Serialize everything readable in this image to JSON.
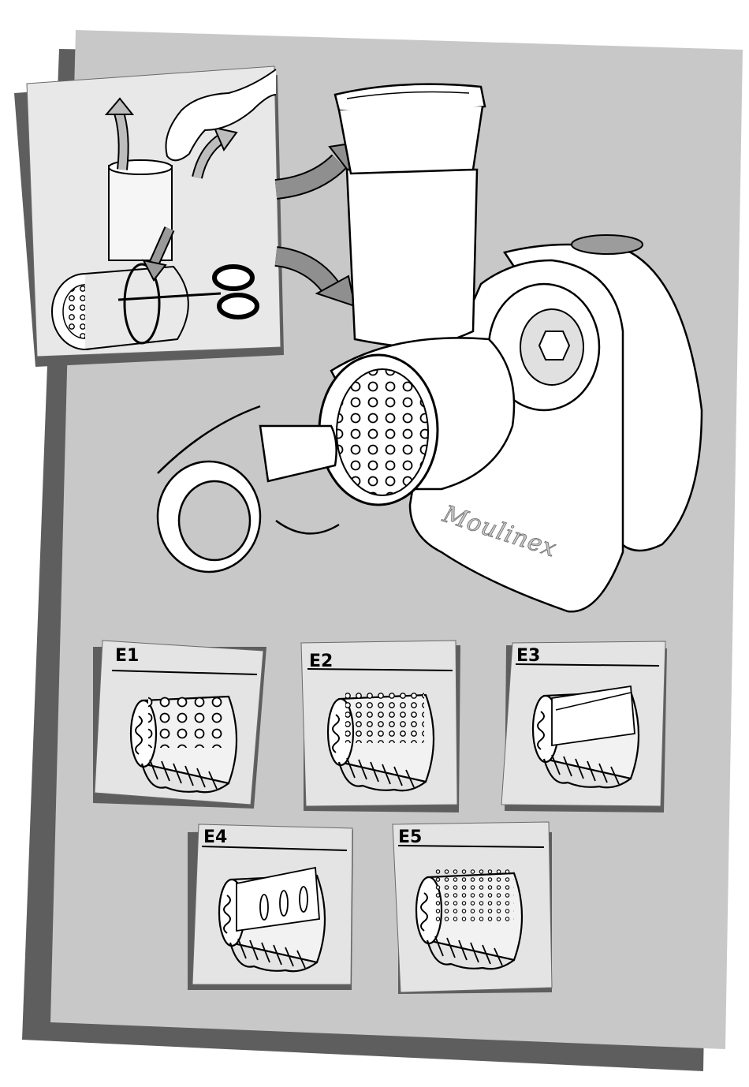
{
  "brand": "Moulinex",
  "drums": [
    {
      "id": "e1",
      "label": "E1"
    },
    {
      "id": "e2",
      "label": "E2"
    },
    {
      "id": "e3",
      "label": "E3"
    },
    {
      "id": "e4",
      "label": "E4"
    },
    {
      "id": "e5",
      "label": "E5"
    }
  ],
  "colors": {
    "background_panel": "#c8c8c8",
    "shadow": "#5e5e5e",
    "card": "#e4e4e4",
    "appliance": "#ffffff"
  }
}
